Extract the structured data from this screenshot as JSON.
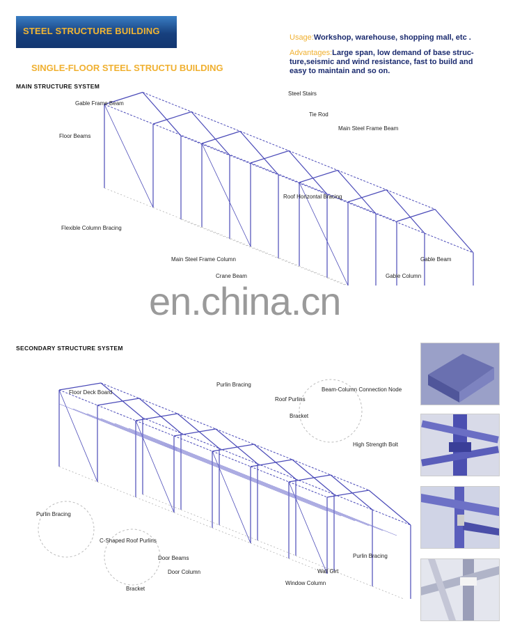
{
  "header": {
    "banner_title": "STEEL STRUCTURE BUILDING",
    "subtitle": "SINGLE-FLOOR STEEL STRUCTU BUILDING"
  },
  "info": {
    "usage_key": "Usage:",
    "usage_text": "Workshop, warehouse, shopping mall, etc .",
    "advantages_key": "Advantages:",
    "advantages_text": "Large span, low demand of base struc-ture,seismic and wind resistance, fast to build and easy to maintain and so on."
  },
  "main_system": {
    "title": "MAIN  STRUCTURE  SYSTEM",
    "labels": [
      "Gable Frame Beam",
      "Floor Beams",
      "Flexible Column Bracing",
      "Steel Stairs",
      "Tie Rod",
      "Main Steel Frame Beam",
      "Roof Horizontal Bracing",
      "Main Steel Frame Column",
      "Crane Beam",
      "Gable Beam",
      "Gable Column"
    ]
  },
  "watermark": "en.china.cn",
  "secondary_system": {
    "title": "SECONDARY STRUCTURE  SYSTEM",
    "labels": [
      "Floor Deck Board",
      "Purlin Bracing",
      "Roof Purlins",
      "Bracket",
      "Beam-Column Connection Node",
      "High Strength Bolt",
      "Purlin Bracing",
      "C-Shaped Roof Purlins",
      "Bracket",
      "Door Beams",
      "Door Column",
      "Window Column",
      "Wall Girt",
      "Purlin Bracing"
    ]
  },
  "colors": {
    "accent": "#f0b030",
    "navy": "#1a2a6e",
    "steel_blue": "#4a4ab8"
  },
  "photos": [
    "building-render",
    "column-joint",
    "beam-connection",
    "truss-detail"
  ]
}
